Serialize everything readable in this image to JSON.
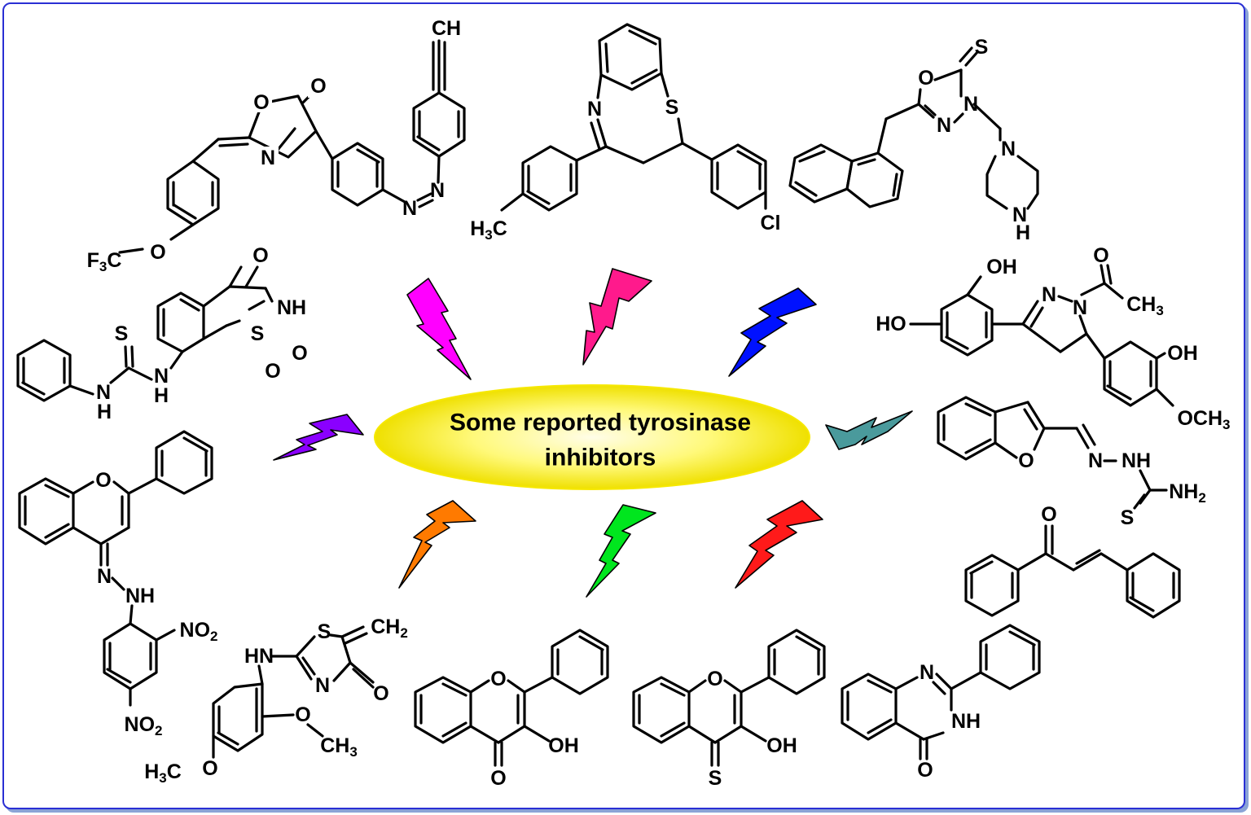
{
  "center": {
    "line1": "Some reported tyrosinase",
    "line2": "inhibitors"
  },
  "colors": {
    "frame_border": "#2a2fd4",
    "ellipse_outer": "#f2e600",
    "ellipse_inner": "#fffde0",
    "bolts": [
      "#ff00ff",
      "#ff1a8c",
      "#0011ff",
      "#4a9a9c",
      "#ff1a1a",
      "#00e61e",
      "#ff7a00",
      "#8a00ff"
    ]
  },
  "labels": {
    "oxazolone": {
      "O_ring": "O",
      "O_carbonyl": "O",
      "N_ring": "N",
      "azo_N1": "N",
      "azo_N2": "N",
      "alkyne_CH": "CH",
      "ether_O": "O",
      "cf3_pre": "F",
      "cf3_sub": "3",
      "cf3_post": "C"
    },
    "benzothiazepine": {
      "N": "N",
      "S": "S",
      "Cl": "Cl",
      "ch3_pre": "H",
      "ch3_sub": "3",
      "ch3_post": "C"
    },
    "oxadiazole": {
      "S": "S",
      "O": "O",
      "N1": "N",
      "N2": "N",
      "pip_N": "N",
      "pip_NH": "N",
      "pip_H": "H"
    },
    "saccharin": {
      "O": "O",
      "NH": "NH",
      "S": "S",
      "O1": "O",
      "O2": "O",
      "thio_S": "S",
      "NH1": "N",
      "H1": "H",
      "NH2": "N",
      "H2": "H"
    },
    "pyrazoline": {
      "OH_top": "OH",
      "HO": "HO",
      "N1": "N",
      "N2": "N",
      "O": "O",
      "CH3_main": "CH",
      "CH3_sub": "3",
      "OH": "OH",
      "OCH3_main": "OCH",
      "OCH3_sub": "3"
    },
    "benzofuran": {
      "O_ring": "O",
      "N": "N",
      "NH": "NH",
      "S": "S",
      "NH2_main": "NH",
      "NH2_sub": "2"
    },
    "chalcone": {
      "O": "O"
    },
    "flavone_hydrazone": {
      "O": "O",
      "N": "N",
      "NH": "NH",
      "NO2a_main": "NO",
      "NO2a_sub": "2",
      "NO2b_main": "NO",
      "NO2b_sub": "2"
    },
    "thiazolone": {
      "S": "S",
      "CH2_main": "CH",
      "CH2_sub": "2",
      "HN": "HN",
      "N": "N",
      "O": "O",
      "O_methoxy": "O",
      "CH3_main": "CH",
      "CH3_sub": "3",
      "O_methoxy2": "O",
      "H3C_pre": "H",
      "H3C_sub": "3",
      "H3C_post": "C"
    },
    "flavonol": {
      "O": "O",
      "O_carbonyl": "O",
      "OH": "OH"
    },
    "thioflavonol": {
      "O": "O",
      "S": "S",
      "OH": "OH"
    },
    "quinazolinone": {
      "N": "N",
      "NH": "NH",
      "O": "O"
    }
  }
}
